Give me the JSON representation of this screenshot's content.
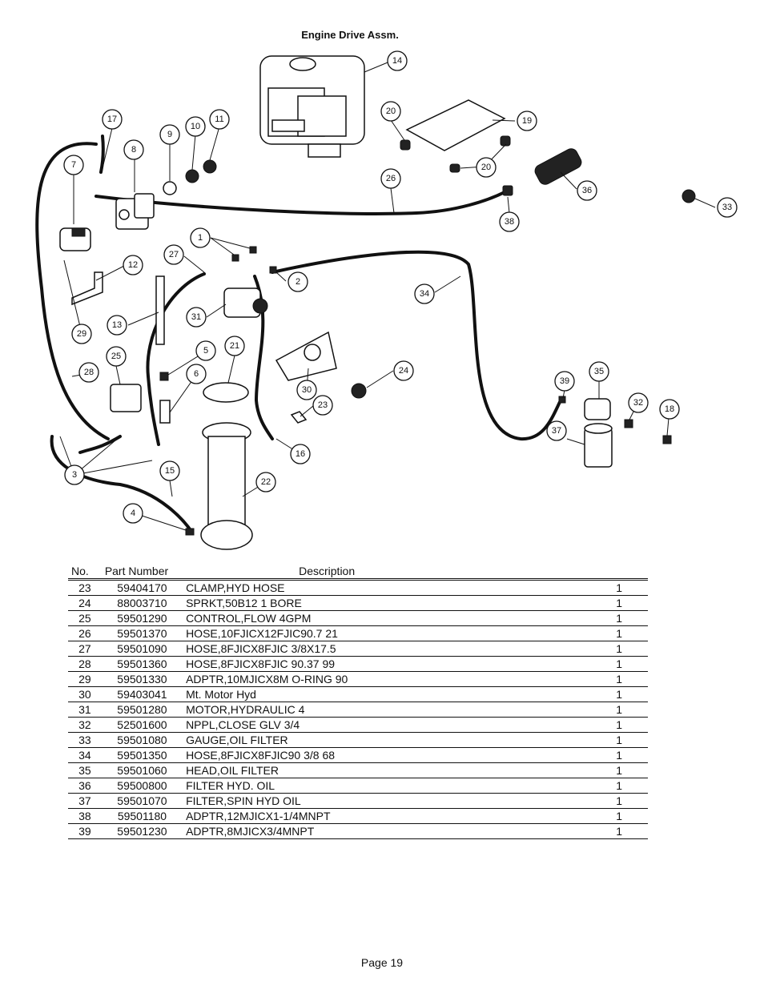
{
  "title": "Engine Drive Assm.",
  "callouts": [
    "1",
    "2",
    "3",
    "4",
    "5",
    "6",
    "7",
    "8",
    "9",
    "10",
    "11",
    "12",
    "13",
    "14",
    "15",
    "16",
    "17",
    "18",
    "19",
    "20",
    "20",
    "21",
    "22",
    "23",
    "24",
    "25",
    "26",
    "27",
    "28",
    "29",
    "30",
    "31",
    "32",
    "33",
    "34",
    "35",
    "36",
    "37",
    "38",
    "39"
  ],
  "table": {
    "headers": {
      "no": "No.",
      "part_number": "Part Number",
      "description": "Description",
      "qty": ""
    },
    "rows": [
      {
        "no": "23",
        "part_number": "59404170",
        "description": "CLAMP,HYD HOSE",
        "qty": "1"
      },
      {
        "no": "24",
        "part_number": "88003710",
        "description": "SPRKT,50B12 1 BORE",
        "qty": "1"
      },
      {
        "no": "25",
        "part_number": "59501290",
        "description": "CONTROL,FLOW 4GPM",
        "qty": "1"
      },
      {
        "no": "26",
        "part_number": "59501370",
        "description": "HOSE,10FJICX12FJIC90.7 21",
        "qty": "1"
      },
      {
        "no": "27",
        "part_number": "59501090",
        "description": "HOSE,8FJICX8FJIC 3/8X17.5",
        "qty": "1"
      },
      {
        "no": "28",
        "part_number": "59501360",
        "description": "HOSE,8FJICX8FJIC 90.37 99",
        "qty": "1"
      },
      {
        "no": "29",
        "part_number": "59501330",
        "description": "ADPTR,10MJICX8M O-RING 90",
        "qty": "1"
      },
      {
        "no": "30",
        "part_number": "59403041",
        "description": "Mt. Motor Hyd",
        "qty": "1"
      },
      {
        "no": "31",
        "part_number": "59501280",
        "description": "MOTOR,HYDRAULIC 4",
        "qty": "1"
      },
      {
        "no": "32",
        "part_number": "52501600",
        "description": "NPPL,CLOSE GLV 3/4",
        "qty": "1"
      },
      {
        "no": "33",
        "part_number": "59501080",
        "description": "GAUGE,OIL FILTER",
        "qty": "1"
      },
      {
        "no": "34",
        "part_number": "59501350",
        "description": "HOSE,8FJICX8FJIC90 3/8 68",
        "qty": "1"
      },
      {
        "no": "35",
        "part_number": "59501060",
        "description": "HEAD,OIL FILTER",
        "qty": "1"
      },
      {
        "no": "36",
        "part_number": "59500800",
        "description": "FILTER HYD. OIL",
        "qty": "1"
      },
      {
        "no": "37",
        "part_number": "59501070",
        "description": "FILTER,SPIN HYD OIL",
        "qty": "1"
      },
      {
        "no": "38",
        "part_number": "59501180",
        "description": "ADPTR,12MJICX1-1/4MNPT",
        "qty": "1"
      },
      {
        "no": "39",
        "part_number": "59501230",
        "description": "ADPTR,8MJICX3/4MNPT",
        "qty": "1"
      }
    ]
  },
  "footer": {
    "page": "Page 19"
  }
}
